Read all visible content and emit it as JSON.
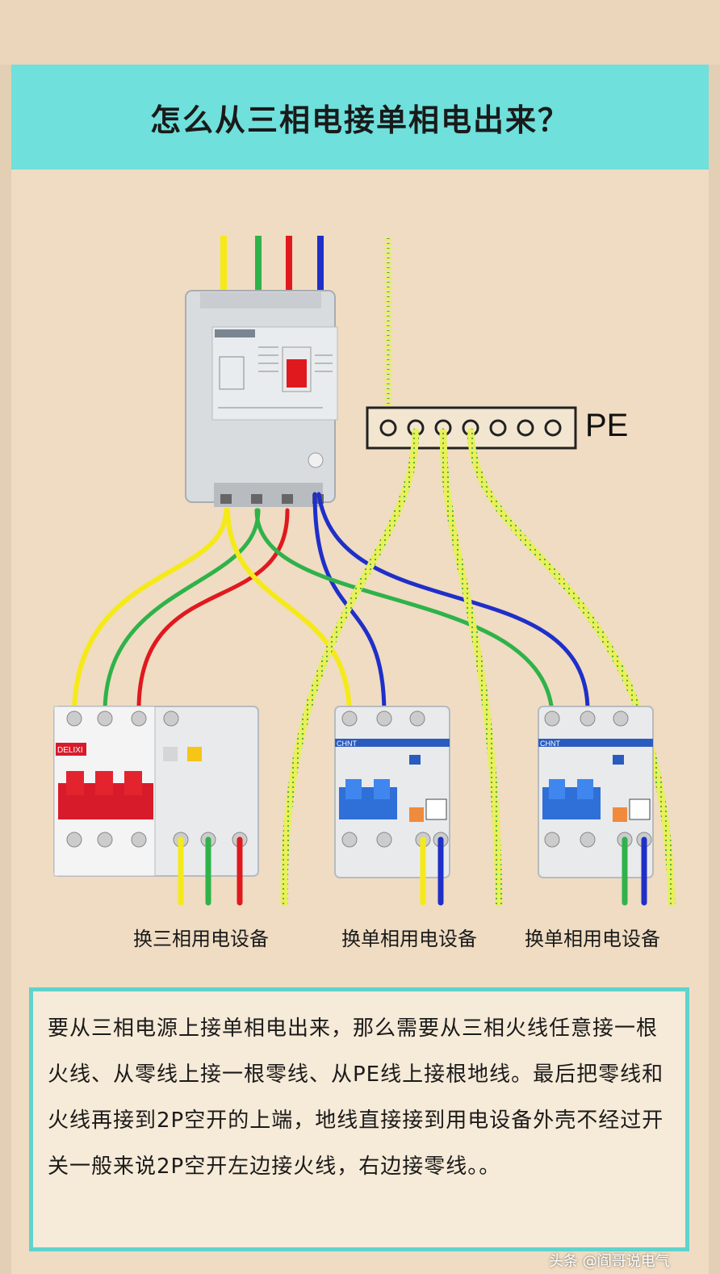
{
  "title": "怎么从三相电接单相电出来？",
  "pe_label": "PE",
  "device_labels": {
    "three_phase": "换三相用电设备",
    "single_phase_1": "换单相用电设备",
    "single_phase_2": "换单相用电设备"
  },
  "explanation": "要从三相电源上接单相电出来，那么需要从三相火线任意接一根火线、从零线上接一根零线、从PE线上接根地线。最后把零线和火线再接到2P空开的上端，地线直接接到用电设备外壳不经过开关一般来说2P空开左边接火线，右边接零线。。",
  "breaker_brands": {
    "three_phase": "DELIXI",
    "single_1": "CHNT",
    "single_2": "CHNT"
  },
  "watermark": "头条 @阎哥说电气",
  "colors": {
    "yellow": "#f5ea19",
    "green": "#2fb24a",
    "red": "#e0191f",
    "blue": "#1f2fc8",
    "pe_dotted": "#e8f05a",
    "title_bg": "#6fe0dc",
    "background": "#efdcc2"
  }
}
